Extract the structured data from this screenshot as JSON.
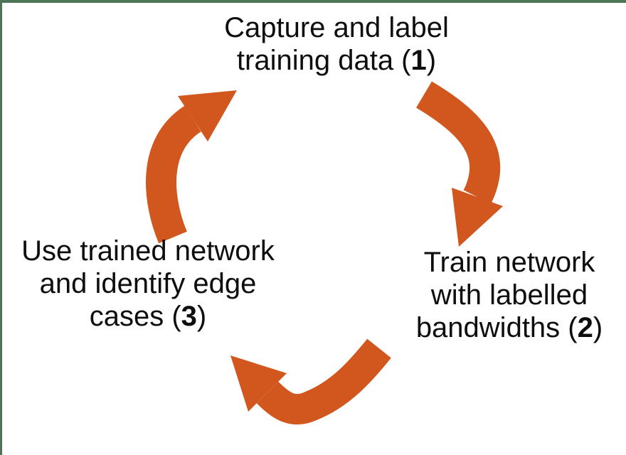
{
  "colors": {
    "accent": "#D2571E",
    "frame": "#4D7555",
    "text": "#0E0E0E",
    "background": "#FFFFFF"
  },
  "diagram": {
    "type": "cycle",
    "steps": [
      {
        "id": "step-1",
        "line1": "Capture and label",
        "final_prefix": "training data (",
        "number": "1",
        "final_suffix": ")"
      },
      {
        "id": "step-2",
        "line1": "Train network",
        "line2": "with labelled",
        "final_prefix": "bandwidths (",
        "number": "2",
        "final_suffix": ")"
      },
      {
        "id": "step-3",
        "line1": "Use trained network",
        "line2": "and identify edge",
        "final_prefix": "cases (",
        "number": "3",
        "final_suffix": ")"
      }
    ],
    "arrows": [
      {
        "name": "arrow-step1-to-step2",
        "from": "1",
        "to": "2",
        "direction": "top to bottom-right"
      },
      {
        "name": "arrow-step2-to-step3",
        "from": "2",
        "to": "3",
        "direction": "bottom-right to left"
      },
      {
        "name": "arrow-step3-to-step1",
        "from": "3",
        "to": "1",
        "direction": "left to top"
      }
    ]
  }
}
